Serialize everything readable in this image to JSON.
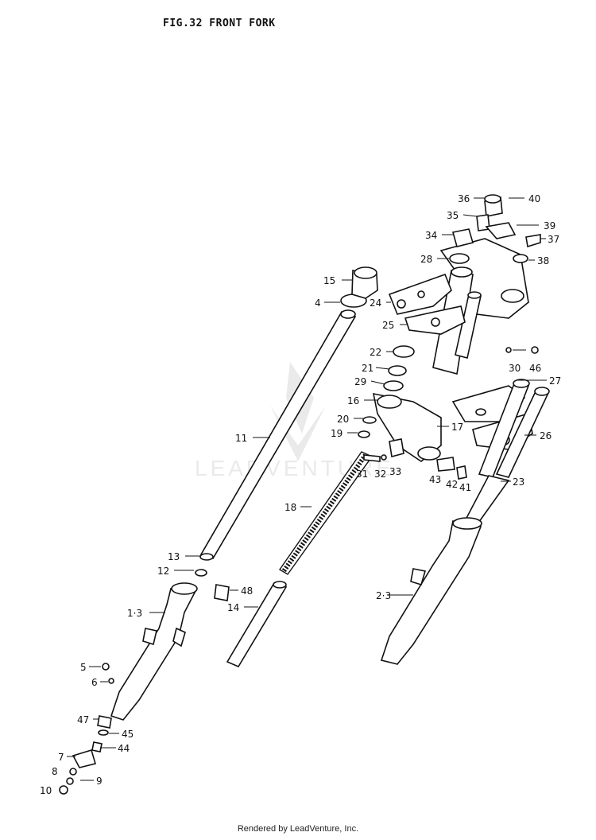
{
  "header": {
    "title": "FIG.32  FRONT FORK"
  },
  "footer": {
    "text": "Rendered by LeadVenture, Inc."
  },
  "watermark": {
    "text": "LEADVENTURE"
  },
  "callouts": {
    "c36": "36",
    "c40": "40",
    "c35": "35",
    "c39": "39",
    "c34": "34",
    "c37": "37",
    "c28": "28",
    "c38": "38",
    "c15": "15",
    "c4": "4",
    "c24": "24",
    "c25": "25",
    "c22": "22",
    "c30": "30",
    "c46": "46",
    "c21": "21",
    "c29": "29",
    "c27": "27",
    "c16": "16",
    "c11": "11",
    "c20": "20",
    "c17": "17",
    "c19": "19",
    "c26": "26",
    "c31": "31",
    "c32": "32",
    "c33": "33",
    "c43": "43",
    "c42": "42",
    "c41": "41",
    "c23": "23",
    "c18": "18",
    "c13": "13",
    "c12": "12",
    "c48": "48",
    "c14": "14",
    "c2_3": "2·3",
    "c1_3": "1·3",
    "c5": "5",
    "c6": "6",
    "c47": "47",
    "c45": "45",
    "c44": "44",
    "c7": "7",
    "c8": "8",
    "c9": "9",
    "c10": "10"
  }
}
